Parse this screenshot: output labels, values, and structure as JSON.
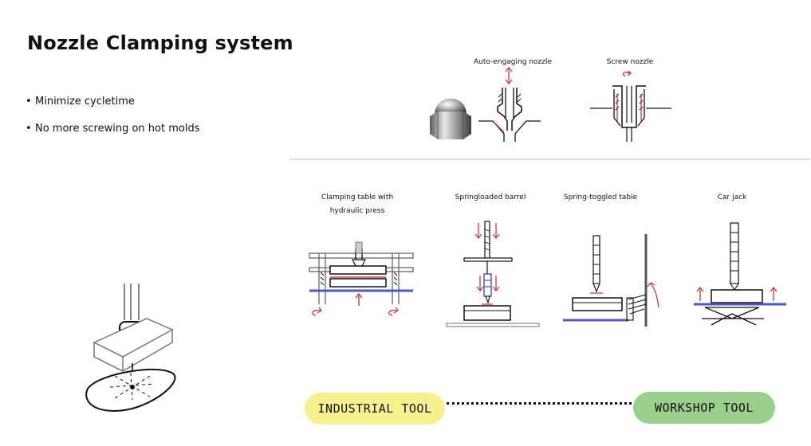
{
  "slide": {
    "title": "Nozzle Clamping system",
    "bullets": [
      "Minimize cycletime",
      "No more screwing on hot molds"
    ]
  },
  "nozzles": {
    "auto_label": "Auto-engaging nozzle",
    "screw_label": "Screw nozzle"
  },
  "concepts": {
    "table_label_1": "Clamping table with",
    "table_label_2": "hydraulic press",
    "barrel_label": "Springloaded barrel",
    "toggle_label": "Spring-toggled table",
    "jack_label": "Car jack"
  },
  "scale": {
    "left_label": "INDUSTRIAL TOOL",
    "right_label": "WORKSHOP TOOL",
    "left_color": "#f6f38e",
    "right_color": "#9bcf8c"
  }
}
